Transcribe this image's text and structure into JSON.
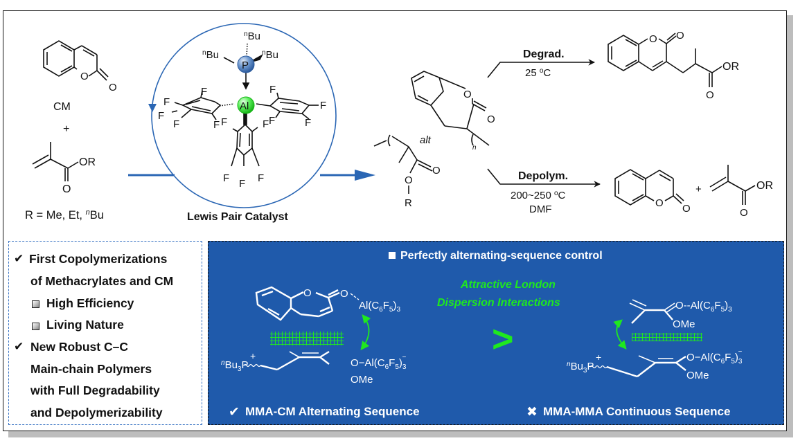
{
  "reactants": {
    "monomer1_label": "CM",
    "plus": "+",
    "monomer2_substituent": "OR",
    "carbonyl_o": "O",
    "ring_o": "O",
    "r_def_prefix": "R = Me, Et, ",
    "r_def_n": "n",
    "r_def_suffix": "Bu"
  },
  "catalyst": {
    "title": "Lewis Pair Catalyst",
    "phosphorus": "P",
    "aluminum": "Al",
    "butyl_prefix": "n",
    "butyl": "Bu",
    "fluorine": "F",
    "p_color": "#4f7fc0",
    "al_color": "#3ee83e",
    "cycle_color": "#2a66b4"
  },
  "polymer": {
    "alt_label": "alt",
    "n_label": "n",
    "o": "O",
    "r": "R"
  },
  "degradation": {
    "label": "Degrad.",
    "condition": "25 ",
    "unit_sup": "o",
    "unit": "C",
    "product_substituent": "OR",
    "o": "O"
  },
  "depolymerization": {
    "label": "Depolym.",
    "condition": "200~250 ",
    "unit_sup": "o",
    "unit": "C",
    "solvent": "DMF",
    "plus": "+",
    "product_substituent": "OR",
    "o": "O"
  },
  "features": {
    "items": [
      {
        "type": "check",
        "text": "First Copolymerizations"
      },
      {
        "type": "cont",
        "text": "of Methacrylates and CM"
      },
      {
        "type": "square",
        "text": "High Efficiency"
      },
      {
        "type": "square",
        "text": "Living Nature"
      },
      {
        "type": "check",
        "text": "New Robust C–C"
      },
      {
        "type": "cont",
        "text": "Main-chain Polymers"
      },
      {
        "type": "cont",
        "text": "with Full Degradability"
      },
      {
        "type": "cont",
        "text": "and Depolymerizability"
      }
    ],
    "check_glyph": "✔"
  },
  "mechanism": {
    "header": "Perfectly alternating-sequence control",
    "interaction_line1": "Attractive London",
    "interaction_line2": "Dispersion Interactions",
    "comparison": ">",
    "accent_color": "#1fe81f",
    "bg_color": "#1f5aab",
    "left": {
      "al_complex": "Al(C",
      "sub6": "6",
      "f": "F",
      "sub5": "5",
      "close": ")",
      "sub3": "3",
      "o_al_prefix": "O−Al(C",
      "minus": "−",
      "ome": "OMe",
      "o": "O",
      "phosphonium_n": "n",
      "phosphonium": "Bu",
      "phosphonium_sub": "3",
      "phosphonium_p": "P",
      "plus": "+",
      "caption": "MMA-CM Alternating Sequence",
      "caption_icon": "✔"
    },
    "right": {
      "o_al_dashed": "O--Al(C",
      "o_al_prefix": "O−Al(C",
      "sub6": "6",
      "f": "F",
      "sub5": "5",
      "close": ")",
      "sub3": "3",
      "minus": "−",
      "ome": "OMe",
      "phosphonium_n": "n",
      "phosphonium": "Bu",
      "phosphonium_sub": "3",
      "phosphonium_p": "P",
      "plus": "+",
      "caption": "MMA-MMA Continuous Sequence",
      "caption_icon": "✖"
    }
  }
}
